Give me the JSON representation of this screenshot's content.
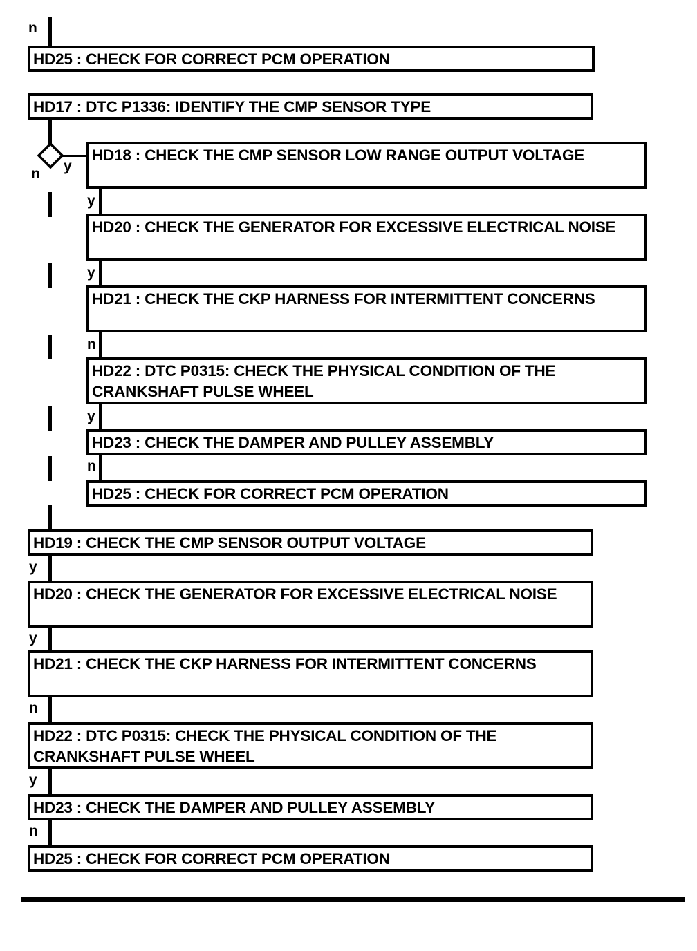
{
  "diagram": {
    "type": "flowchart",
    "title": "Diagnostic troubleshooting flowchart",
    "colors": {
      "stroke": "#000000",
      "fill": "#ffffff",
      "text": "#000000"
    },
    "nodes": [
      {
        "id": "n1",
        "label": "HD25 : CHECK FOR CORRECT PCM OPERATION"
      },
      {
        "id": "n2",
        "label": "HD17 : DTC P1336: IDENTIFY THE CMP SENSOR TYPE"
      },
      {
        "id": "n3",
        "label": "HD18 : CHECK THE CMP SENSOR LOW RANGE OUTPUT VOLTAGE"
      },
      {
        "id": "n4",
        "label": "HD20 : CHECK THE GENERATOR FOR EXCESSIVE ELECTRICAL NOISE"
      },
      {
        "id": "n5",
        "label": "HD21 : CHECK THE CKP HARNESS FOR INTERMITTENT CONCERNS"
      },
      {
        "id": "n6",
        "label": "HD22 : DTC P0315: CHECK THE PHYSICAL CONDITION OF THE CRANKSHAFT PULSE WHEEL"
      },
      {
        "id": "n7",
        "label": "HD23 : CHECK THE DAMPER AND PULLEY ASSEMBLY"
      },
      {
        "id": "n8",
        "label": "HD25 : CHECK FOR CORRECT PCM OPERATION"
      },
      {
        "id": "n9",
        "label": "HD19 : CHECK THE CMP SENSOR OUTPUT VOLTAGE"
      },
      {
        "id": "n10",
        "label": "HD20 : CHECK THE GENERATOR FOR EXCESSIVE ELECTRICAL NOISE"
      },
      {
        "id": "n11",
        "label": "HD21 : CHECK THE CKP HARNESS FOR INTERMITTENT CONCERNS"
      },
      {
        "id": "n12",
        "label": "HD22 : DTC P0315: CHECK THE PHYSICAL CONDITION OF THE CRANKSHAFT PULSE WHEEL"
      },
      {
        "id": "n13",
        "label": "HD23 : CHECK THE DAMPER AND PULLEY ASSEMBLY"
      },
      {
        "id": "n14",
        "label": "HD25 : CHECK FOR CORRECT PCM OPERATION"
      }
    ],
    "edge_labels": {
      "top_entry": "n",
      "decision_no": "n",
      "decision_yes": "y",
      "branch_e1": "y",
      "branch_e2": "y",
      "branch_e3": "n",
      "branch_e4": "y",
      "branch_e5": "n",
      "main_e1": "y",
      "main_e2": "y",
      "main_e3": "n",
      "main_e4": "y",
      "main_e5": "n"
    }
  }
}
